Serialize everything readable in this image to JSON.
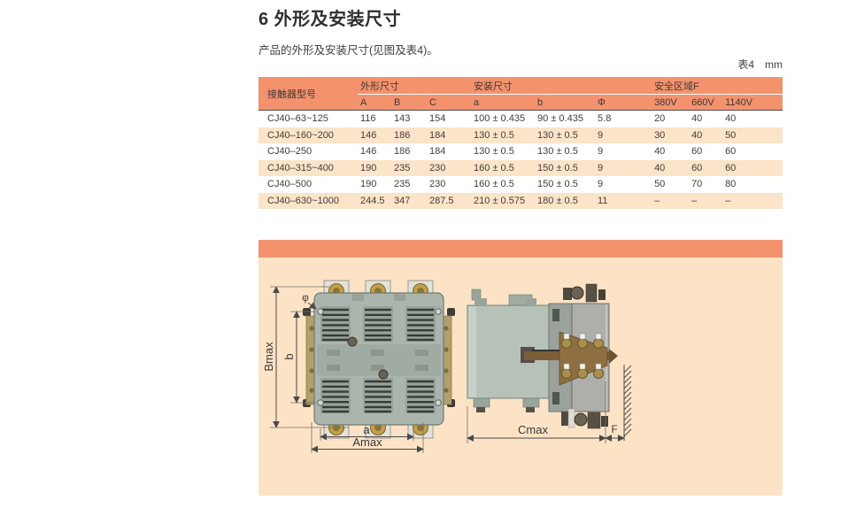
{
  "page": {
    "title": "6 外形及安装尺寸",
    "subtitle": "产品的外形及安装尺寸(见图及表4)。",
    "table_caption": "表4",
    "table_unit": "mm"
  },
  "table": {
    "model_header": "接触器型号",
    "groups": [
      {
        "label": "外形尺寸",
        "cols": [
          "A",
          "B",
          "C"
        ]
      },
      {
        "label": "安装尺寸",
        "cols": [
          "a",
          "b",
          "Φ"
        ]
      },
      {
        "label": "安全区域F",
        "cols": [
          "380V",
          "660V",
          "1140V"
        ]
      }
    ],
    "rows": [
      [
        "CJ40–63~125",
        "116",
        "143",
        "154",
        "100 ± 0.435",
        "90 ± 0.435",
        "5.8",
        "20",
        "40",
        "40"
      ],
      [
        "CJ40–160~200",
        "146",
        "186",
        "184",
        "130 ± 0.5",
        "130 ± 0.5",
        "9",
        "30",
        "40",
        "50"
      ],
      [
        "CJ40–250",
        "146",
        "186",
        "184",
        "130 ± 0.5",
        "130 ± 0.5",
        "9",
        "40",
        "60",
        "60"
      ],
      [
        "CJ40–315~400",
        "190",
        "235",
        "230",
        "160 ± 0.5",
        "150 ± 0.5",
        "9",
        "40",
        "60",
        "60"
      ],
      [
        "CJ40–500",
        "190",
        "235",
        "230",
        "160 ± 0.5",
        "150 ± 0.5",
        "9",
        "50",
        "70",
        "80"
      ],
      [
        "CJ40–630~1000",
        "244.5",
        "347",
        "287.5",
        "210 ± 0.575",
        "180 ± 0.5",
        "11",
        "–",
        "–",
        "–"
      ]
    ]
  },
  "figure": {
    "labels": {
      "bmax": "Bmax",
      "b": "b",
      "phi": "φ",
      "a": "a",
      "amax": "Amax",
      "cmax": "Cmax",
      "f": "F"
    }
  },
  "colors": {
    "accent": "#F4926E",
    "row_alt": "#FCE4C9",
    "figure_bg": "#FCE3C5",
    "text": "#3E3E3E"
  }
}
